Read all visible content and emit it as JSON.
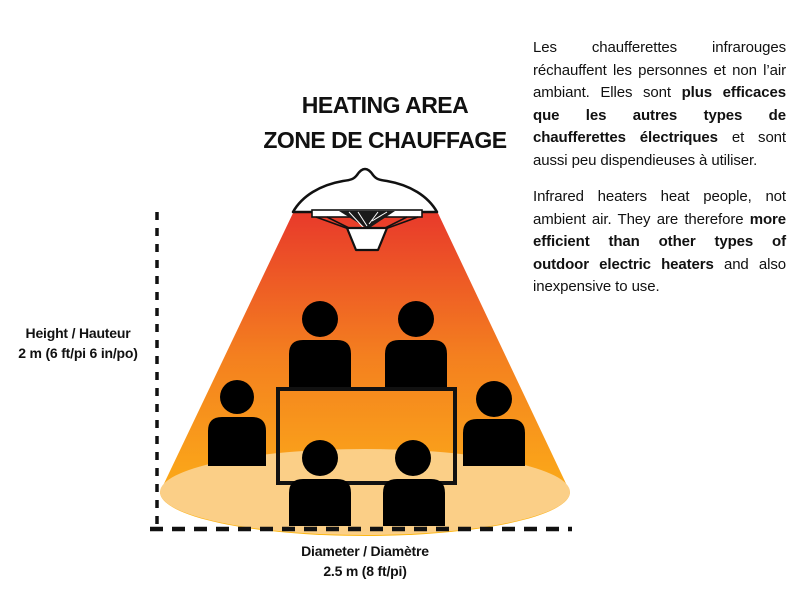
{
  "title": {
    "line1": "HEATING AREA",
    "line2": "ZONE DE CHAUFFAGE"
  },
  "labels": {
    "height_line1": "Height / Hauteur",
    "height_line2": "2 m (6 ft/pi 6 in/po)",
    "diameter_line1": "Diameter / Diamètre",
    "diameter_line2": "2.5 m (8 ft/pi)"
  },
  "right_panel": {
    "paragraphs": [
      {
        "segments": [
          {
            "text": "Les chaufferettes infrarouges réchauffent les personnes et non l’air ambiant. Elles sont ",
            "bold": false
          },
          {
            "text": "plus efficaces que les autres types de chaufferettes électriques",
            "bold": true
          },
          {
            "text": " et sont aussi peu dispendieuses à utiliser.",
            "bold": false
          }
        ]
      },
      {
        "segments": [
          {
            "text": "Infrared heaters heat people, not ambient air. They are therefore ",
            "bold": false
          },
          {
            "text": "more efficient than other types of outdoor electric heaters",
            "bold": true
          },
          {
            "text": " and also inexpensive to use.",
            "bold": false
          }
        ]
      }
    ]
  },
  "diagram": {
    "heater_icon": "infrared-dome-heater-icon",
    "people_count": 6,
    "colors": {
      "cone_top": "#E8392B",
      "cone_mid": "#F4801F",
      "cone_lower": "#FAA21A",
      "cone_bottom": "#FDB813",
      "floor_glow": "#FBCF87",
      "silhouette": "#000000",
      "outline": "#111111",
      "heater_body": "#FFFFFF"
    }
  }
}
